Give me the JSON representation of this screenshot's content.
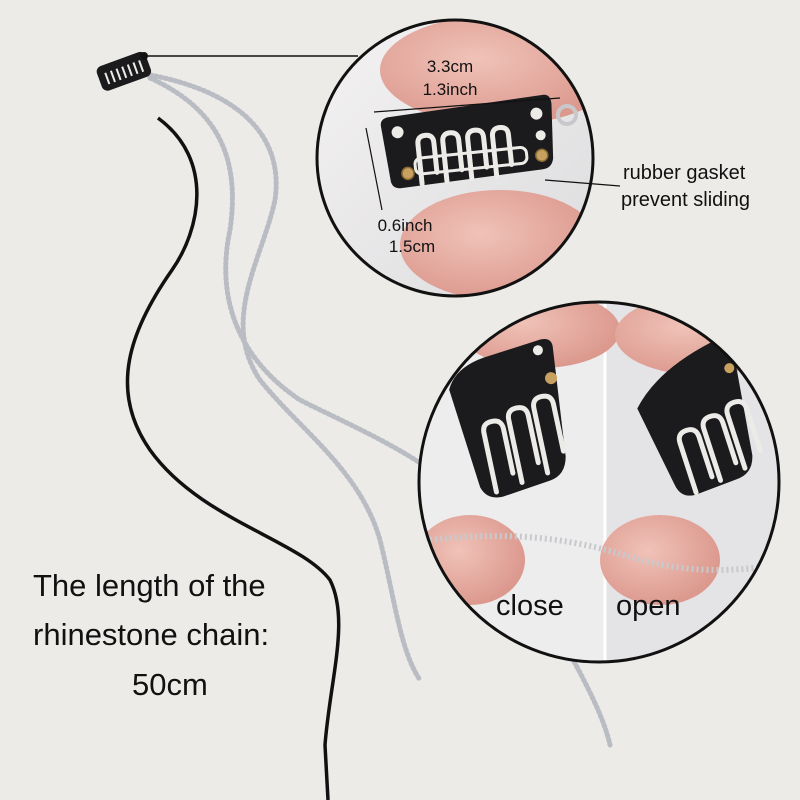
{
  "dimensions": {
    "length_cm": "3.3cm",
    "length_inch": "1.3inch",
    "width_inch": "0.6inch",
    "width_cm": "1.5cm"
  },
  "callout": {
    "line1": "rubber gasket",
    "line2": "prevent sliding"
  },
  "states": {
    "close": "close",
    "open": "open"
  },
  "caption": {
    "line1": "The length of the",
    "line2": "rhinestone chain:",
    "value": "50cm"
  },
  "colors": {
    "background": "#ecebe8",
    "clip": "#1b1b1e",
    "skin": "#e7aea4",
    "gasket": "#c8a060",
    "chain": "#b9bcc2"
  }
}
